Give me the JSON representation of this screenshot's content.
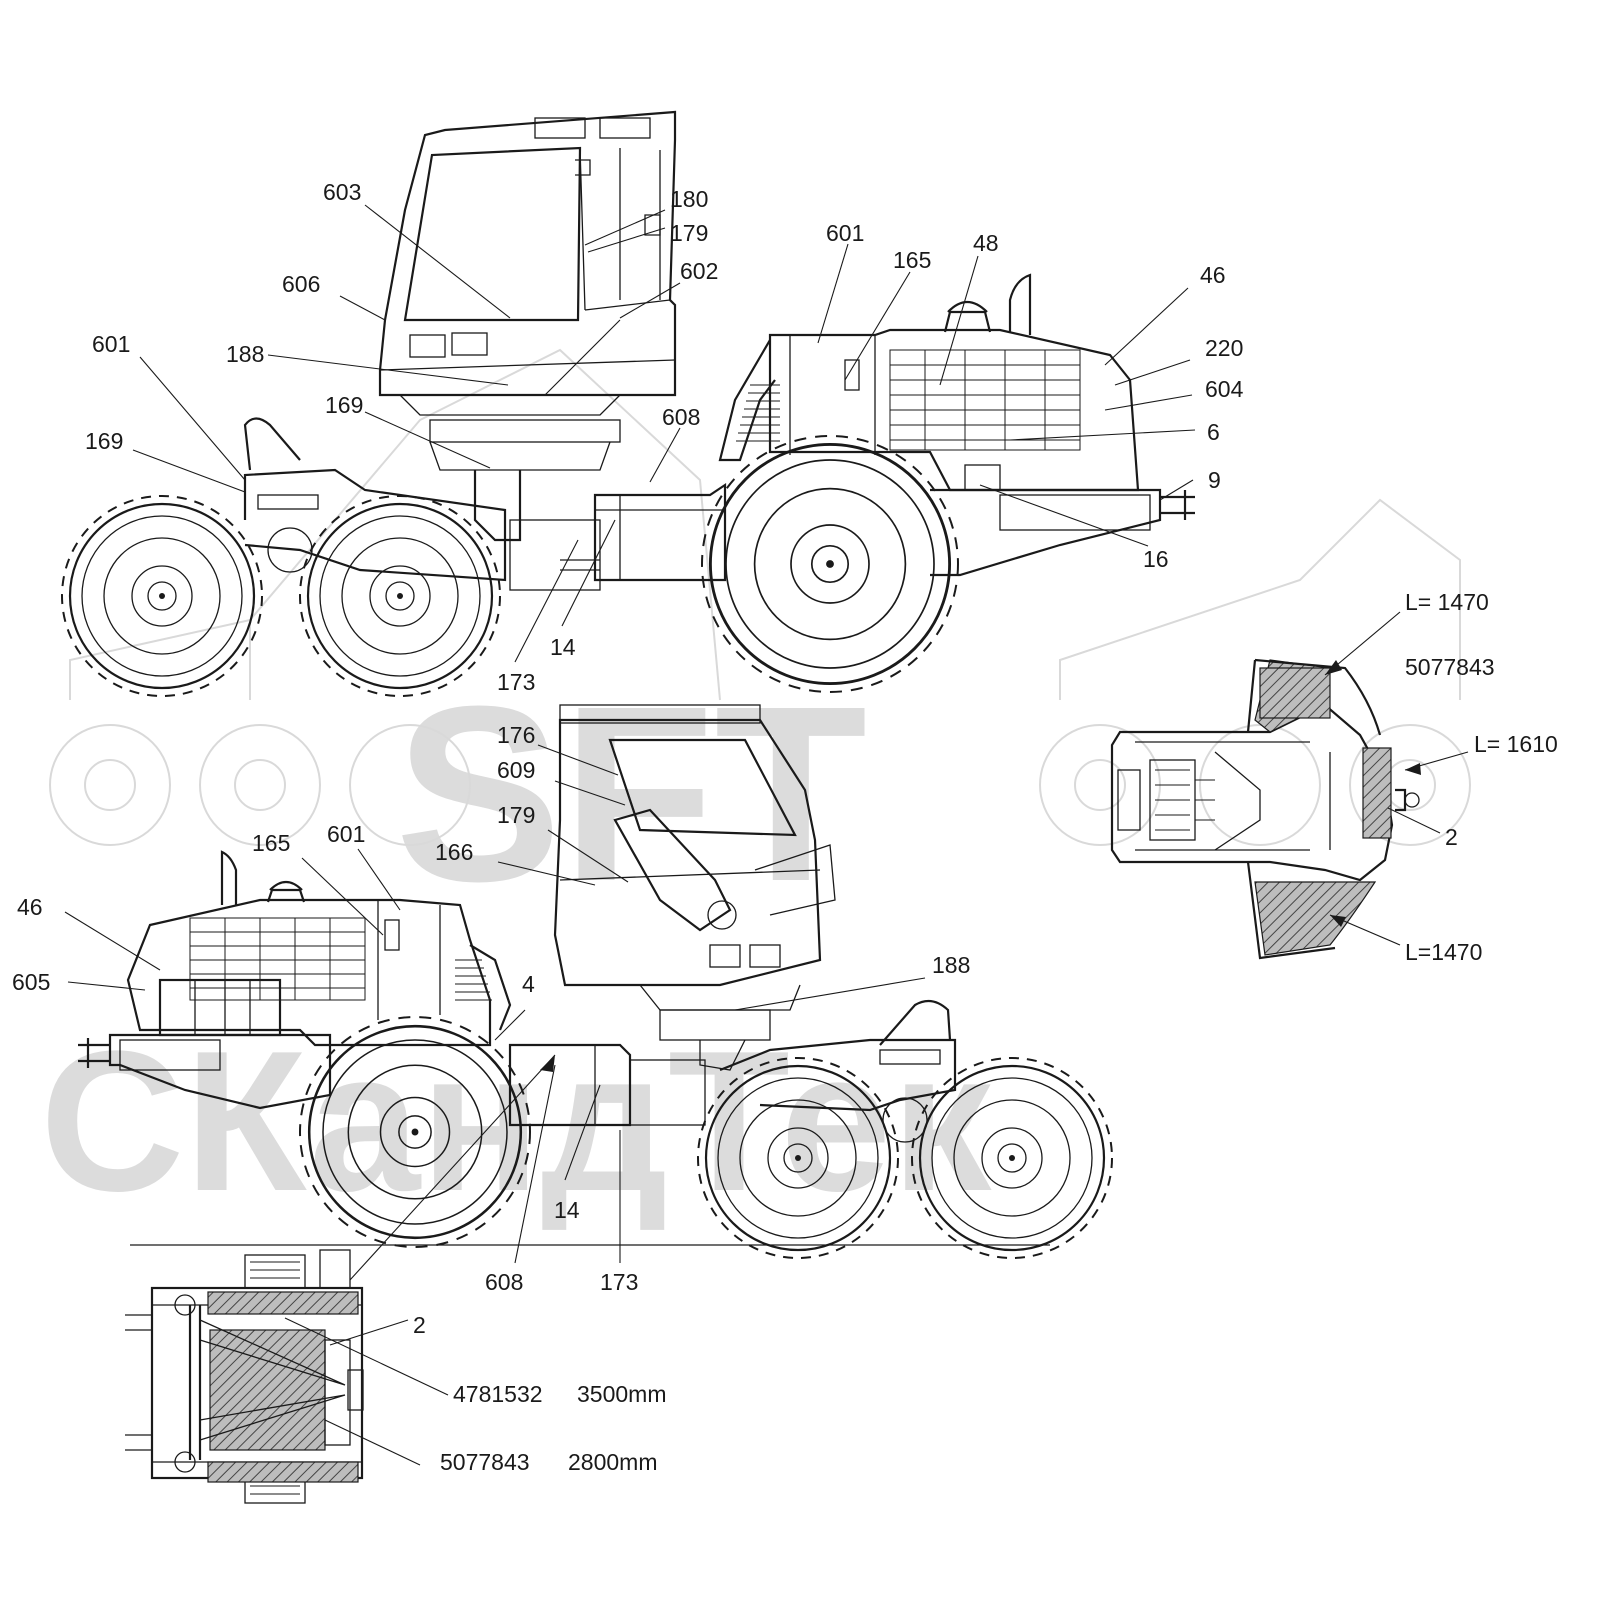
{
  "watermark": {
    "brand": "SFT",
    "company": "СКандТек"
  },
  "callouts": {
    "top": {
      "c603": "603",
      "c180": "180",
      "c179": "179",
      "c602": "602",
      "c606": "606",
      "c601a": "601",
      "c188": "188",
      "c169a": "169",
      "c169b": "169",
      "c608": "608",
      "c601b": "601",
      "c165": "165",
      "c48": "48",
      "c46": "46",
      "c220": "220",
      "c604": "604",
      "c6": "6",
      "c9": "9",
      "c16": "16",
      "c14": "14",
      "c173": "173"
    },
    "bottom": {
      "c176": "176",
      "c609": "609",
      "c179": "179",
      "c166": "166",
      "c165": "165",
      "c601": "601",
      "c46": "46",
      "c605": "605",
      "c4": "4",
      "c188": "188",
      "c14": "14",
      "c608": "608",
      "c173": "173"
    },
    "rear": {
      "l1470a": "L= 1470",
      "part": "5077843",
      "l1610": "L= 1610",
      "c2": "2",
      "l1470b": "L=1470"
    },
    "detail": {
      "c2": "2",
      "p1": "4781532",
      "p1len": "3500mm",
      "p2": "5077843",
      "p2len": "2800mm"
    }
  }
}
